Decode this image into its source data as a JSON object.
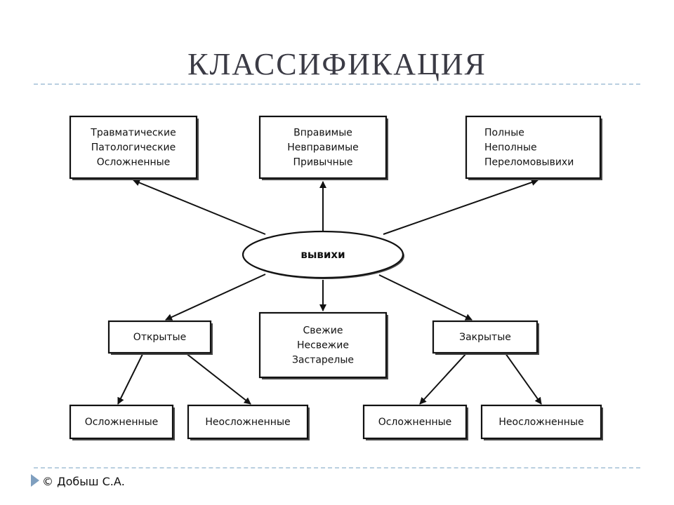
{
  "slide": {
    "title": "КЛАССИФИКАЦИЯ",
    "footer": "© Добыш С.А."
  },
  "diagram": {
    "center": "вывихи",
    "nodes": {
      "origin": [
        "Травматические",
        "Патологические",
        "Осложненные"
      ],
      "reducibility": [
        "Вправимые",
        "Невправимые",
        "Привычные"
      ],
      "completeness": [
        "Полные",
        "Неполные",
        "Переломовывихи"
      ],
      "open": [
        "Открытые"
      ],
      "age": [
        "Свежие",
        "Несвежие",
        "Застарелые"
      ],
      "closed": [
        "Закрытые"
      ],
      "open_complicated": [
        "Осложненные"
      ],
      "open_uncomplicated": [
        "Неосложненные"
      ],
      "closed_complicated": [
        "Осложненные"
      ],
      "closed_uncomplicated": [
        "Неосложненные"
      ]
    }
  }
}
